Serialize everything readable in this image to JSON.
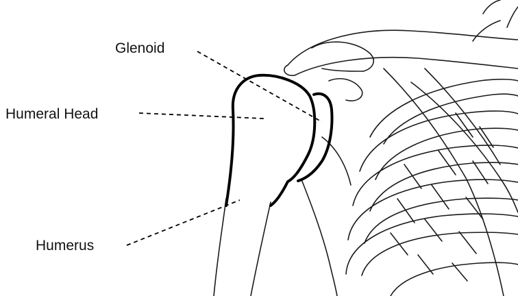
{
  "labels": {
    "glenoid": "Glenoid",
    "humeral_head": "Humeral Head",
    "humerus": "Humerus"
  },
  "colors": {
    "line": "#1a1a1a",
    "bone_outline": "#000000",
    "background": "#ffffff"
  }
}
